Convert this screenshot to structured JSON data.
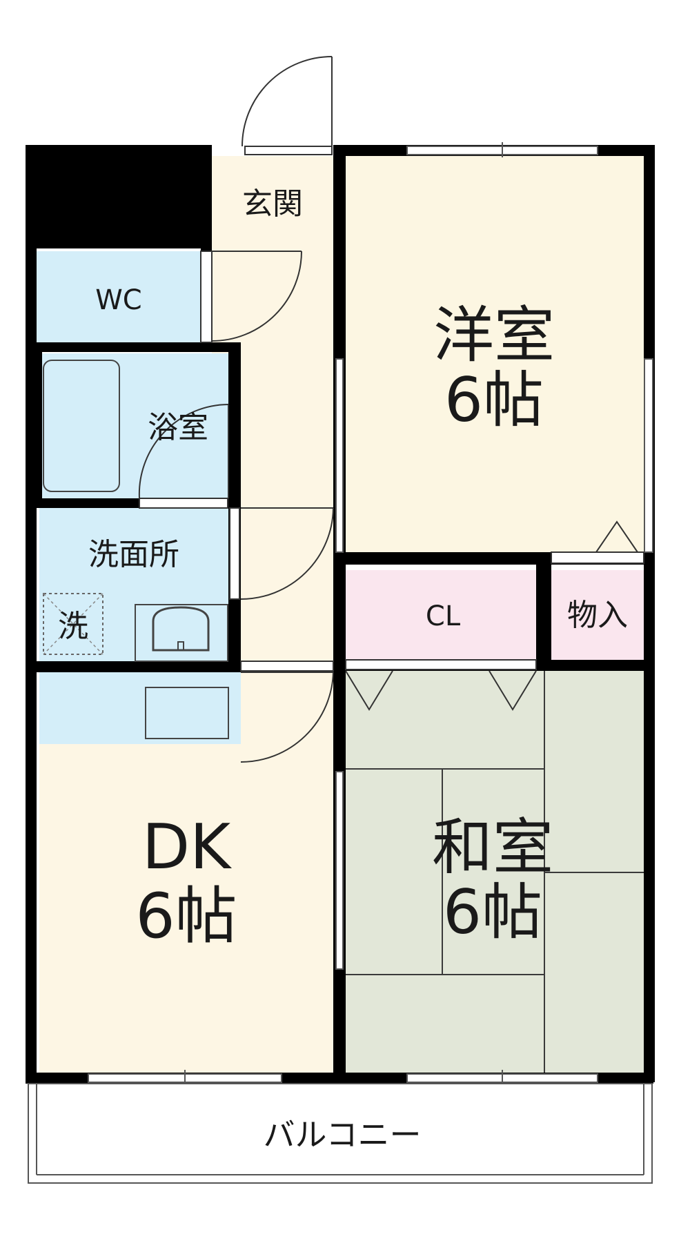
{
  "rooms": {
    "genkan": "玄関",
    "wc": "WC",
    "bath": "浴室",
    "washroom": "洗面所",
    "washer": "洗",
    "western_name": "洋室",
    "western_size": "6帖",
    "closet": "CL",
    "storage": "物入",
    "dk_name": "DK",
    "dk_size": "6帖",
    "japanese_name": "和室",
    "japanese_size": "6帖",
    "balcony": "バルコニー"
  },
  "colors": {
    "wall": "#000000",
    "floor_wood": "#fdf6e4",
    "wet_area": "#d4eef9",
    "closet": "#fae6ee",
    "tatami": "#e2e7d8",
    "western_room": "#fcf6e2"
  }
}
